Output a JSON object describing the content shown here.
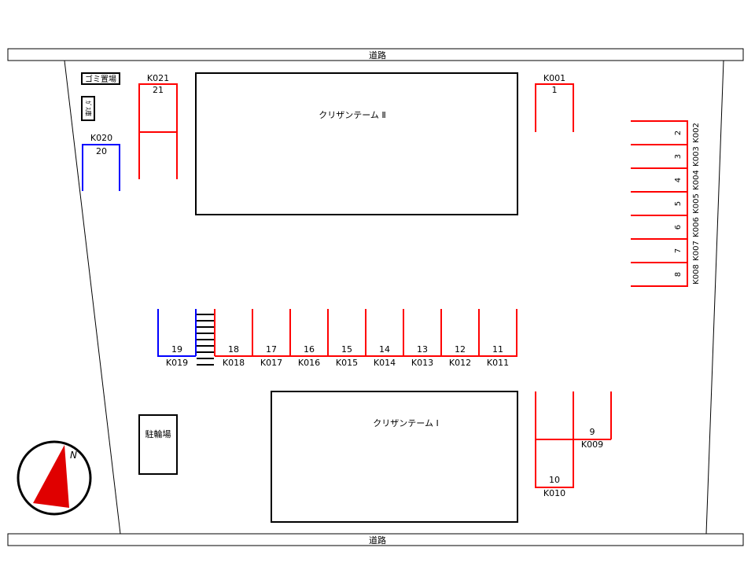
{
  "roads": {
    "top": "道路",
    "bottom": "道路"
  },
  "buildings": {
    "north": "クリザンテーム Ⅱ",
    "south": "クリザンテーム Ⅰ"
  },
  "facilities": {
    "garbage": "ゴミ置場",
    "gas": "ｶﾞｽ庫",
    "bicycle": "駐輪場"
  },
  "compass": {
    "north_label": "N"
  },
  "colors": {
    "owned": "#ff0000",
    "other": "#0000ff",
    "outline": "#000000"
  },
  "spaces": {
    "k001": {
      "num": "1",
      "code": "K001"
    },
    "k002": {
      "num": "2",
      "code": "K002"
    },
    "k003": {
      "num": "3",
      "code": "K003"
    },
    "k004": {
      "num": "4",
      "code": "K004"
    },
    "k005": {
      "num": "5",
      "code": "K005"
    },
    "k006": {
      "num": "6",
      "code": "K006"
    },
    "k007": {
      "num": "7",
      "code": "K007"
    },
    "k008": {
      "num": "8",
      "code": "K008"
    },
    "k009": {
      "num": "9",
      "code": "K009"
    },
    "k010": {
      "num": "10",
      "code": "K010"
    },
    "k011": {
      "num": "11",
      "code": "K011"
    },
    "k012": {
      "num": "12",
      "code": "K012"
    },
    "k013": {
      "num": "13",
      "code": "K013"
    },
    "k014": {
      "num": "14",
      "code": "K014"
    },
    "k015": {
      "num": "15",
      "code": "K015"
    },
    "k016": {
      "num": "16",
      "code": "K016"
    },
    "k017": {
      "num": "17",
      "code": "K017"
    },
    "k018": {
      "num": "18",
      "code": "K018"
    },
    "k019": {
      "num": "19",
      "code": "K019"
    },
    "k020": {
      "num": "20",
      "code": "K020"
    },
    "k021": {
      "num": "21",
      "code": "K021"
    }
  }
}
